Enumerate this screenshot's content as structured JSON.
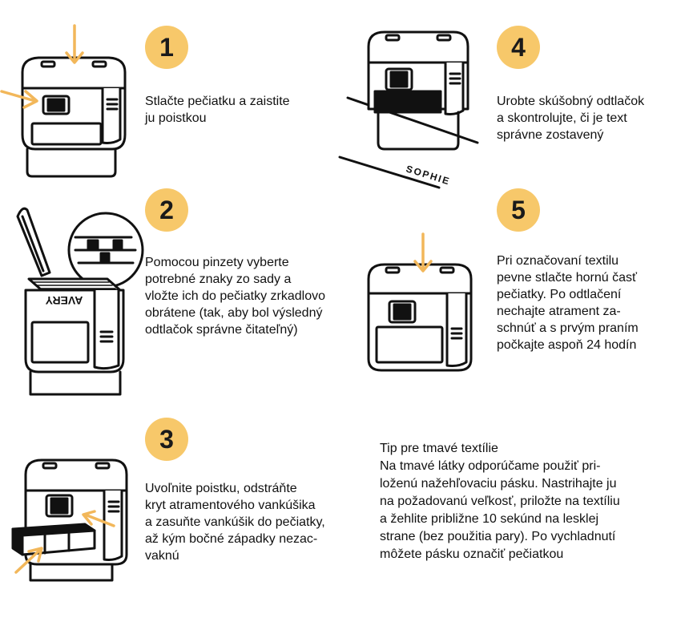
{
  "accent_color": "#f7c86a",
  "steps": [
    {
      "number": "1",
      "text": "Stlačte pečiatku a zaistite\nju poistkou"
    },
    {
      "number": "2",
      "text": "Pomocou pinzety vyberte\npotrebné znaky zo sady a\nvložte ich do pečiatky zrkadlovo\nobrátene (tak, aby bol výsledný\nodtlačok správne čitateľný)"
    },
    {
      "number": "3",
      "text": "Uvoľnite poistku, odstráňte\nkryt atramentového vankúšika\na zasuňte vankúšik do pečiatky,\naž kým bočné západky nezac-\nvaknú"
    },
    {
      "number": "4",
      "text": "Urobte skúšobný odtlačok\na skontrolujte, či je text\nsprávne zostavený"
    },
    {
      "number": "5",
      "text": "Pri označovaní textilu\npevne stlačte hornú časť\npečiatky. Po odtlačení\nnechajte atrament za-\nschnúť a s prvým praním\npočkajte aspoň 24 hodín"
    }
  ],
  "illustrations": {
    "step4_sample": "SOPHIE",
    "step2_brand": "AVERY"
  },
  "tip": {
    "title": "Tip pre tmavé textílie",
    "body": "Na tmavé látky odporúčame použiť pri-\nloženú nažehľovaciu pásku. Nastrihajte ju\nna požadovanú veľkosť, priložte na textíliu\na žehlite približne 10 sekúnd na lesklej\nstrane (bez použitia pary). Po vychladnutí\nmôžete pásku označiť pečiatkou"
  }
}
